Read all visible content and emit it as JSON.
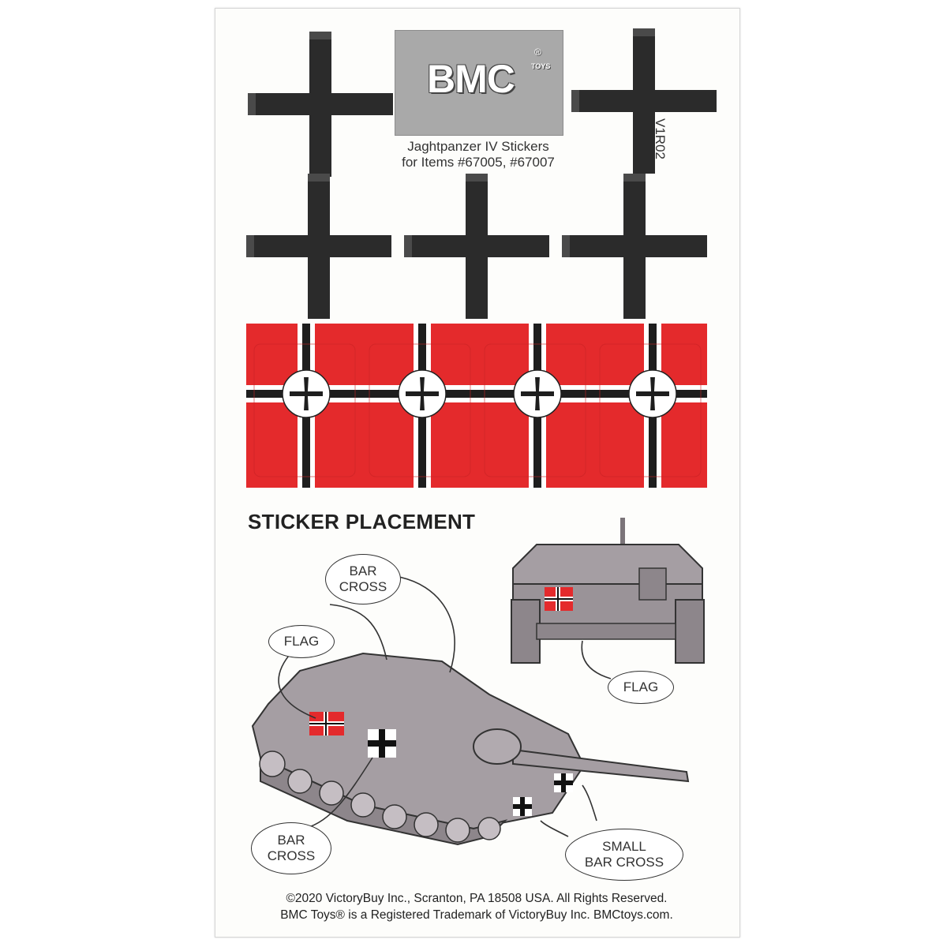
{
  "logo": {
    "brand": "BMC",
    "sub": "TOYS",
    "reg": "®"
  },
  "sheet": {
    "title_line1": "Jaghtpanzer IV Stickers",
    "title_line2": "for Items #67005, #67007",
    "version": "V1R02",
    "placement_heading": "STICKER PLACEMENT"
  },
  "callouts": {
    "bar_cross_top": [
      "BAR",
      "CROSS"
    ],
    "flag_left": "FLAG",
    "flag_right": "FLAG",
    "bar_cross_bottom": [
      "BAR",
      "CROSS"
    ],
    "small_bar_cross": [
      "SMALL",
      "BAR CROSS"
    ]
  },
  "footer": {
    "line1": "©2020 VictoryBuy Inc., Scranton, PA 18508 USA. All Rights Reserved.",
    "line2": "BMC Toys® is a Registered Trademark of VictoryBuy Inc. BMCtoys.com."
  },
  "colors": {
    "flag_red": "#e42a2c",
    "cross_black": "#2b2b2b",
    "tank_gray": "#a59ea3"
  }
}
